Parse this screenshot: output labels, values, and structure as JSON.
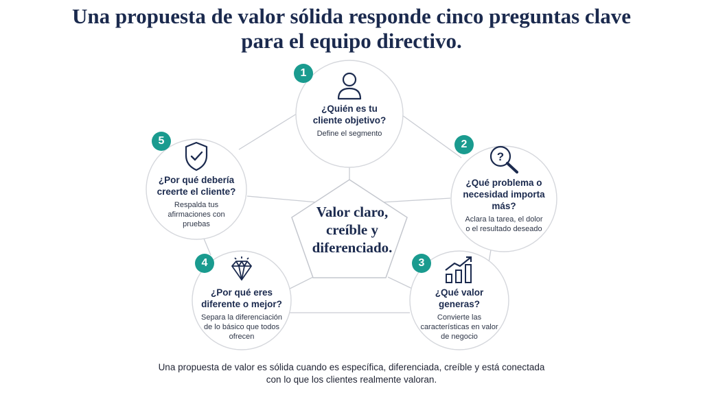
{
  "title": {
    "line1": "Una propuesta de valor sólida responde cinco preguntas clave",
    "line2": "para el equipo directivo."
  },
  "center": {
    "line1": "Valor claro,",
    "line2": "creíble y",
    "line3": "diferenciado."
  },
  "nodes": [
    {
      "number": "1",
      "icon": "user-icon",
      "question": [
        "¿Quién es tu",
        "cliente objetivo?"
      ],
      "description": [
        "Define el segmento"
      ]
    },
    {
      "number": "2",
      "icon": "question-magnifier-icon",
      "question": [
        "¿Qué problema o",
        "necesidad importa más?"
      ],
      "description": [
        "Aclara la tarea, el dolor",
        "o el resultado deseado"
      ]
    },
    {
      "number": "3",
      "icon": "growth-chart-icon",
      "question": [
        "¿Qué valor",
        "generas?"
      ],
      "description": [
        "Convierte las",
        "características en valor",
        "de negocio"
      ]
    },
    {
      "number": "4",
      "icon": "diamond-icon",
      "question": [
        "¿Por qué eres",
        "diferente o mejor?"
      ],
      "description": [
        "Separa la diferenciación",
        "de lo básico que todos",
        "ofrecen"
      ]
    },
    {
      "number": "5",
      "icon": "shield-check-icon",
      "question": [
        "¿Por qué debería",
        "creerte el cliente?"
      ],
      "description": [
        "Respalda tus",
        "afirmaciones con",
        "pruebas"
      ]
    }
  ],
  "footer": {
    "line1": "Una propuesta de valor es sólida cuando es específica, diferenciada, creíble y está conectada",
    "line2": "con lo que los clientes realmente valoran."
  },
  "colors": {
    "navy": "#1b2a4e",
    "teal": "#1a9b8f",
    "line": "#c9ccd3"
  }
}
